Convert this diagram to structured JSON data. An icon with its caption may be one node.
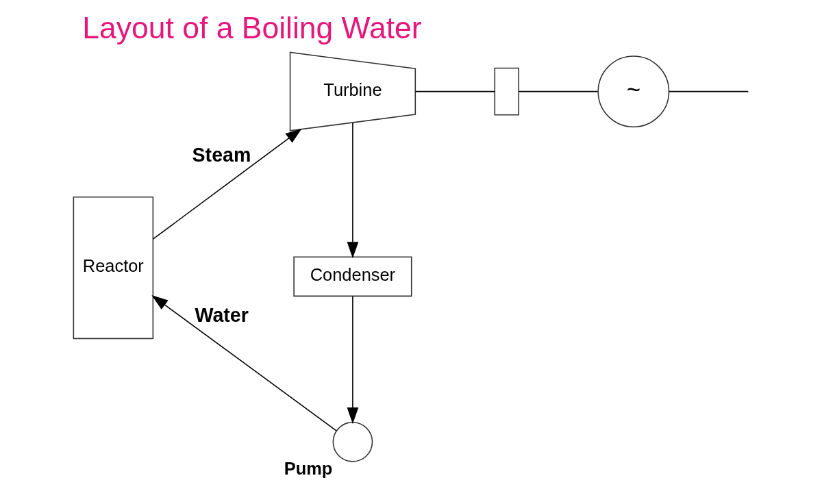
{
  "diagram": {
    "title": "Layout of a Boiling Water",
    "nodes": [
      {
        "text": [
          "Reactor"
        ]
      },
      {
        "text": [
          "Turbine"
        ]
      },
      {
        "text": [],
        "shape": "box"
      },
      {
        "text": [
          "~"
        ]
      },
      {
        "text": [
          "Condenser"
        ]
      },
      {
        "text": [],
        "shape": "circle",
        "beside": [
          "Pump"
        ]
      }
    ],
    "edges": [
      {
        "from": 0,
        "to": 1,
        "arrow": "to",
        "label": "Steam"
      },
      {
        "from": 1,
        "to": 4,
        "arrow": "to"
      },
      {
        "from": 4,
        "to": 5,
        "arrow": "to"
      },
      {
        "from": 5,
        "to": 0,
        "arrow": "to",
        "label": "Water"
      },
      {
        "from": 1,
        "to": 2,
        "arrow": "none"
      },
      {
        "from": 2,
        "to": 3,
        "arrow": "none"
      },
      {
        "from": 3,
        "to": null,
        "arrow": "none"
      }
    ]
  }
}
